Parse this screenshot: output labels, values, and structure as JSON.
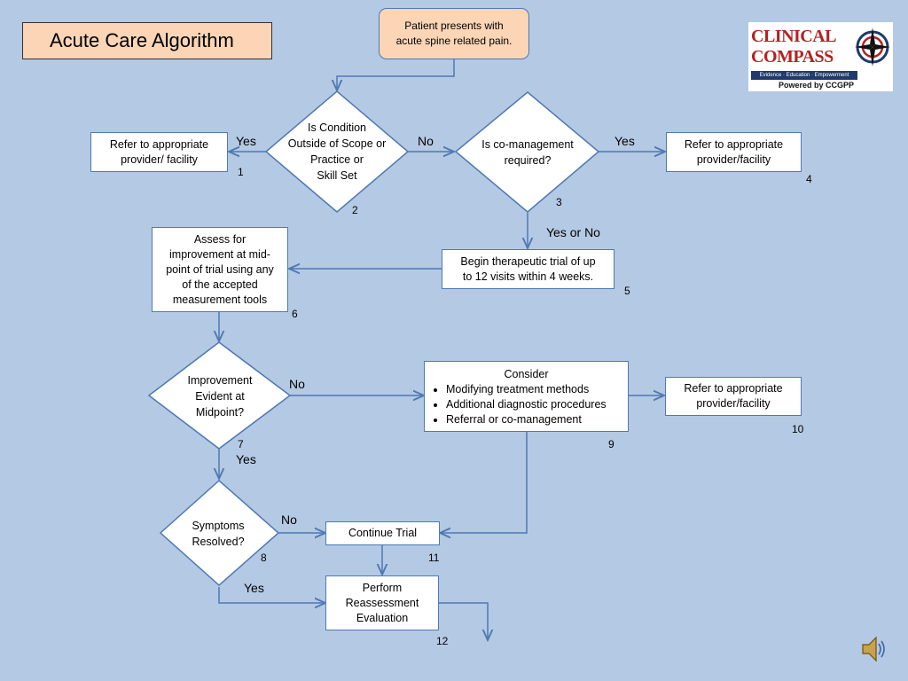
{
  "title": "Acute Care Algorithm",
  "start": "Patient presents with\nacute spine related pain.",
  "nodes": {
    "n1": "Refer to appropriate\nprovider/ facility",
    "n2": "Is Condition\nOutside of Scope or\nPractice or\nSkill Set",
    "n3": "Is co-management\nrequired?",
    "n4": "Refer to appropriate\nprovider/facility",
    "n5": "Begin therapeutic trial of up\nto 12 visits within 4 weeks.",
    "n6": "Assess for\nimprovement at mid-\npoint of trial using any\nof the accepted\nmeasurement tools",
    "n7": "Improvement\nEvident at\nMidpoint?",
    "n8": "Symptoms\nResolved?",
    "n9_title": "Consider",
    "n9_items": [
      "Modifying treatment methods",
      "Additional diagnostic procedures",
      "Referral or co-management"
    ],
    "n10": "Refer to appropriate\nprovider/facility",
    "n11": "Continue Trial",
    "n12": "Perform\nReassessment\nEvaluation"
  },
  "numbers": {
    "n1": "1",
    "n2": "2",
    "n3": "3",
    "n4": "4",
    "n5": "5",
    "n6": "6",
    "n7": "7",
    "n8": "8",
    "n9": "9",
    "n10": "10",
    "n11": "11",
    "n12": "12"
  },
  "edge_labels": {
    "yes_2_1": "Yes",
    "no_2_3": "No",
    "yes_3_4": "Yes",
    "yesno_3_5": "Yes or No",
    "no_7_9": "No",
    "yes_7_8": "Yes",
    "no_8_11": "No",
    "yes_8_12": "Yes"
  },
  "logo": {
    "line1": "CLINICAL",
    "line2": "COMPASS",
    "tagline": "Evidence · Education · Empowerment",
    "powered": "Powered by CCGPP"
  },
  "colors": {
    "background": "#b4c9e3",
    "box_border": "#4f79b3",
    "arrow": "#4f79b3",
    "title_fill": "#fbd5b5",
    "logo_red": "#b22222"
  },
  "icons": {
    "audio": "speaker-icon"
  }
}
